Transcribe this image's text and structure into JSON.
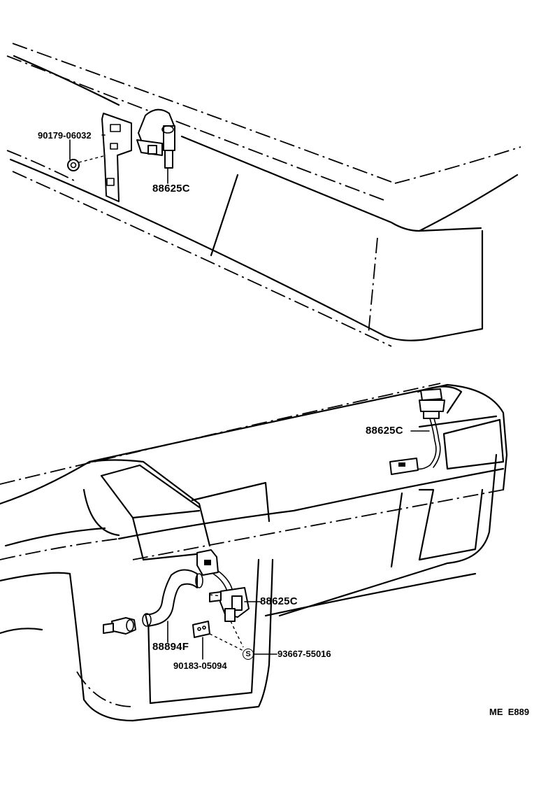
{
  "callouts": {
    "top_bolt": "90179-06032",
    "top_sensor": "88625C",
    "rear_sensor": "88625C",
    "main_sensor": "88625C",
    "hose": "88894F",
    "clamp": "90183-05094",
    "screw_mark": "S",
    "screw": "93667-55016"
  },
  "drawing_code": "ME  E889"
}
